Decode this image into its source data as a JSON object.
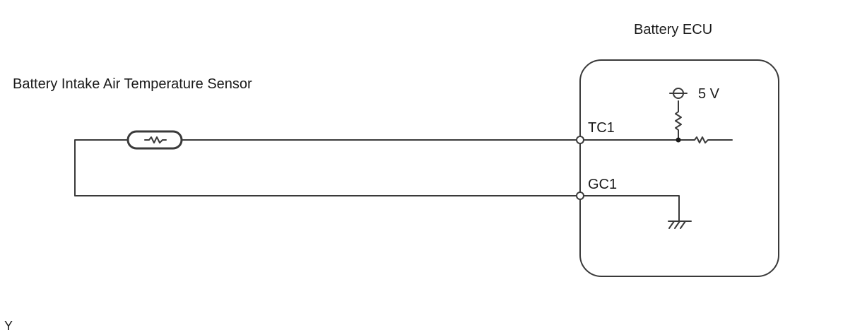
{
  "ecu": {
    "title": "Battery ECU",
    "supply_label": "5 V",
    "pin_signal": "TC1",
    "pin_ground": "GC1"
  },
  "sensor": {
    "title": "Battery Intake Air Temperature Sensor"
  },
  "footer": {
    "code": "Y"
  },
  "colors": {
    "line": "#3a3a3a",
    "text": "#1a1a1a",
    "background": "#ffffff"
  }
}
